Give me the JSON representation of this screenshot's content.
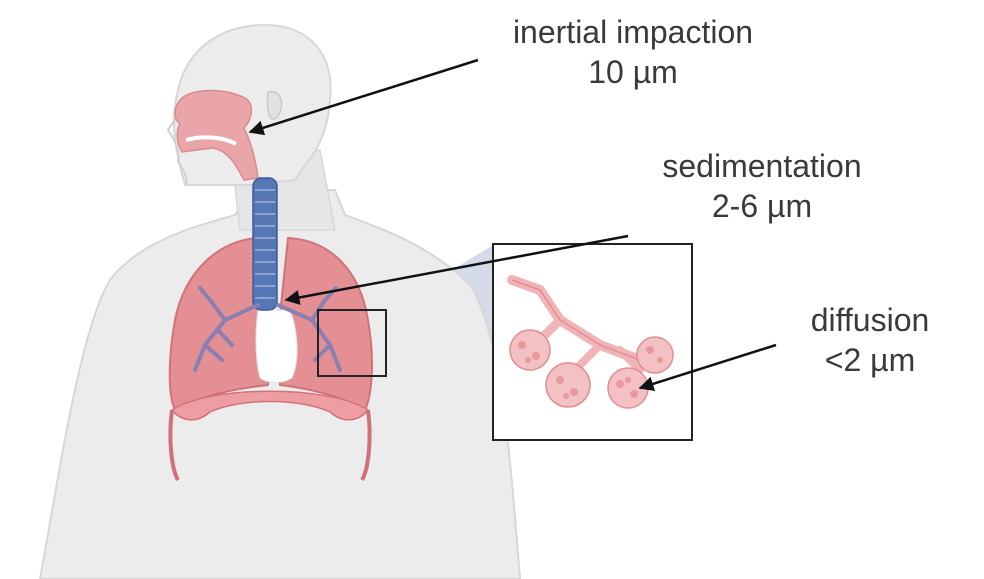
{
  "labels": {
    "inertial_impaction": {
      "mechanism": "inertial impaction",
      "size": "10 µm"
    },
    "sedimentation": {
      "mechanism": "sedimentation",
      "size": "2-6 µm"
    },
    "diffusion": {
      "mechanism": "diffusion",
      "size": "<2 µm"
    }
  },
  "colors": {
    "body_fill": "#ececec",
    "body_outline": "#d7d7d7",
    "lung": "#e48f93",
    "lung_dark": "#cf6f75",
    "trachea": "#5677b5",
    "bronchi": "#8a7fb3",
    "nasal": "#e9a5a8",
    "alveoli": "#f3c1c3",
    "zoom_cone": "#c7cfe0",
    "arrow": "#111111",
    "text": "#3a3a3a"
  }
}
